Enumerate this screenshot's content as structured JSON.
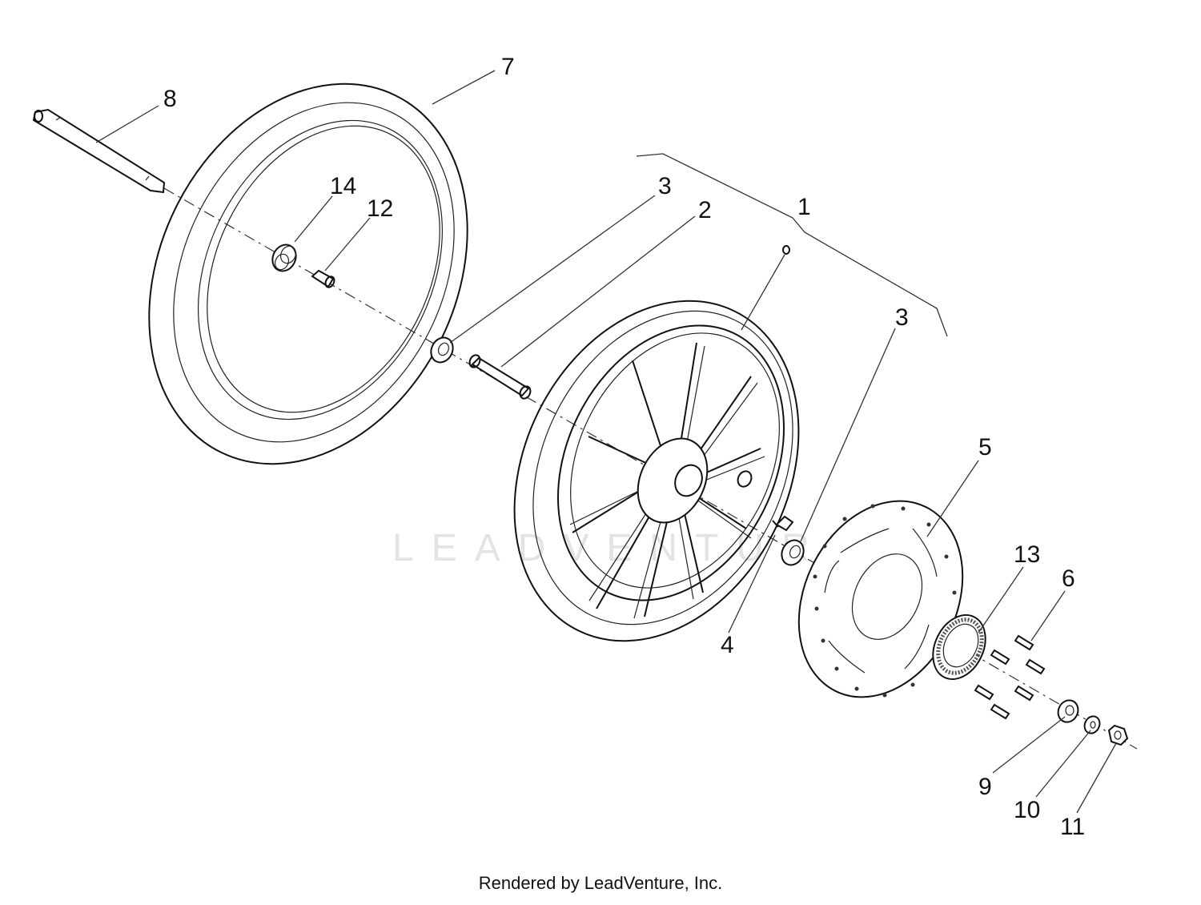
{
  "watermark": "LEADVENTURE",
  "footer": "Rendered by LeadVenture, Inc.",
  "callouts": {
    "c1": "1",
    "c2": "2",
    "c3a": "3",
    "c3b": "3",
    "c4": "4",
    "c5": "5",
    "c6": "6",
    "c7": "7",
    "c8": "8",
    "c9": "9",
    "c10": "10",
    "c11": "11",
    "c12": "12",
    "c13": "13",
    "c14": "14"
  }
}
